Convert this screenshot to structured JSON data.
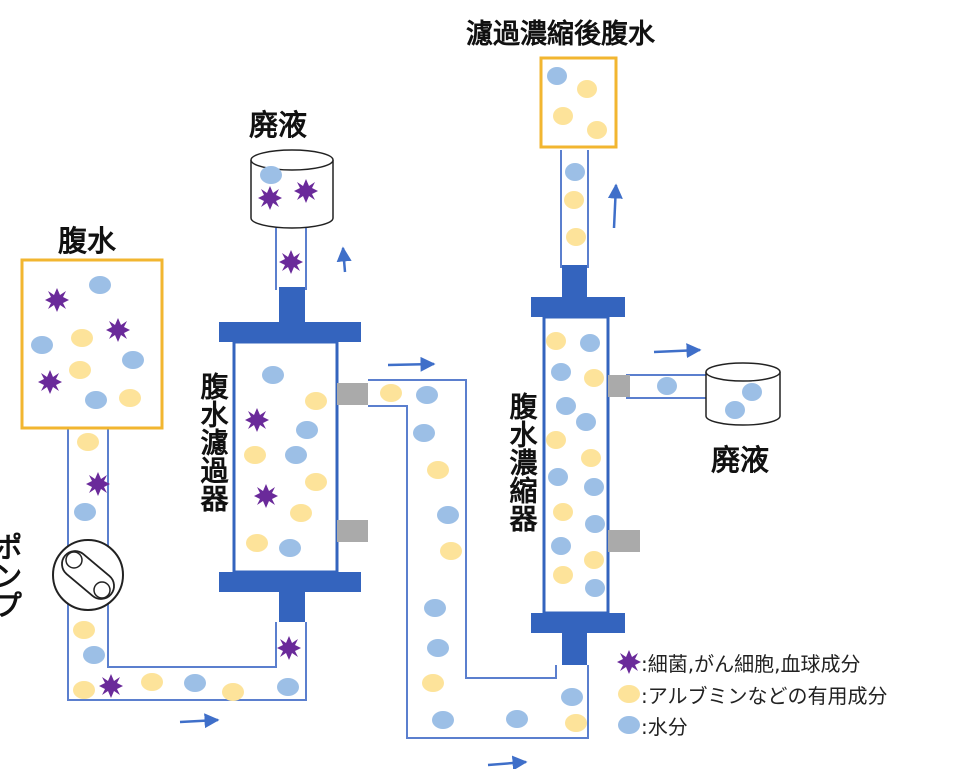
{
  "labels": {
    "ascites": "腹水",
    "waste_top": "廃液",
    "concentrated": "濾過濃縮後腹水",
    "waste_right": "廃液",
    "pump": "ポンプ",
    "filter": "腹水濾過器",
    "concentrator": "腹水濃縮器"
  },
  "legend": [
    {
      "kind": "bacteria",
      "text": ":細菌,がん細胞,血球成分"
    },
    {
      "kind": "albumin",
      "text": ":アルブミンなどの有用成分"
    },
    {
      "kind": "water",
      "text": ":水分"
    }
  ],
  "colors": {
    "bacteria": "#6a2a9a",
    "albumin": "#fde39a",
    "water": "#9cbfe6",
    "tube": "#5b7fce",
    "device": "#3464be",
    "bag_border": "#f2b630",
    "port": "#aaaaaa",
    "arrow": "#3f6fc9"
  }
}
